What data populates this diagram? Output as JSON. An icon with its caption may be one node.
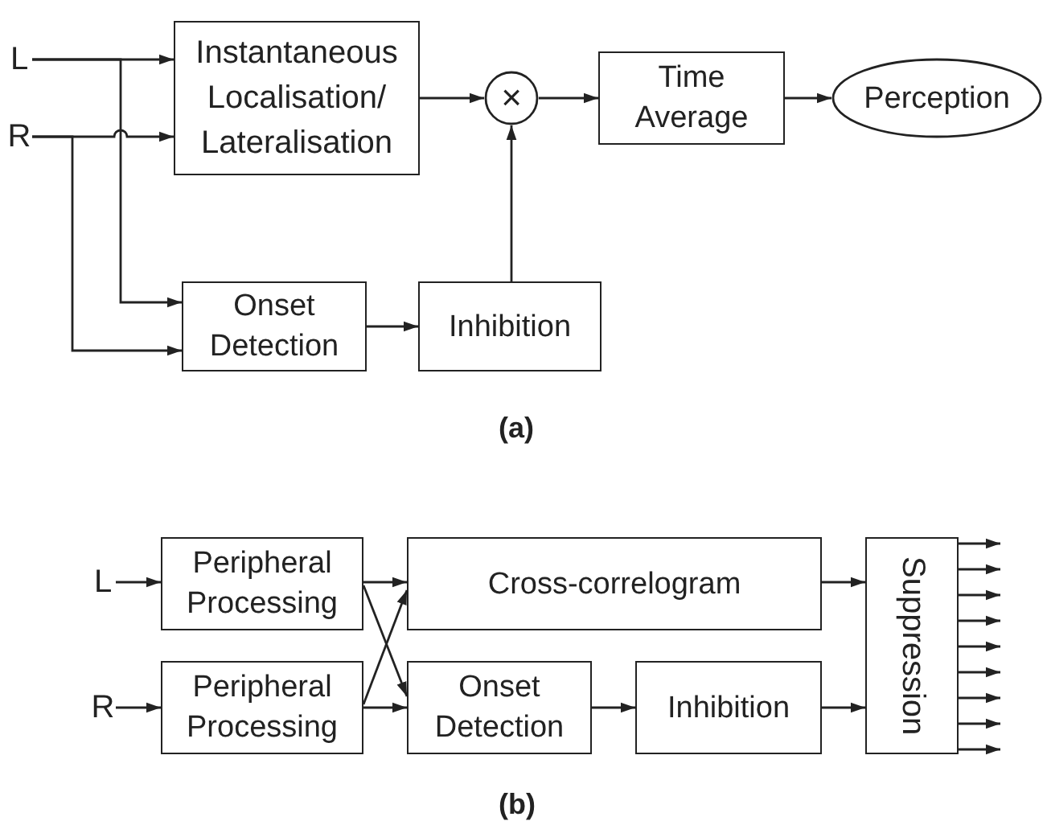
{
  "diagram": {
    "nodes": [
      {
        "text": [
          "L"
        ]
      },
      {
        "text": [
          "R"
        ]
      },
      {
        "text": [
          "Instantaneous Localisation/ Lateralisation"
        ]
      },
      {
        "text": [
          "×"
        ]
      },
      {
        "text": [
          "Time Average"
        ]
      },
      {
        "text": [
          "Perception"
        ]
      },
      {
        "text": [
          "Onset Detection"
        ]
      },
      {
        "text": [
          "Inhibition"
        ]
      },
      {
        "text": [
          "L"
        ]
      },
      {
        "text": [
          "R"
        ]
      },
      {
        "text": [
          "Peripheral Processing"
        ]
      },
      {
        "text": [
          "Peripheral Processing"
        ]
      },
      {
        "text": [
          "Cross-correlogram"
        ]
      },
      {
        "text": [
          "Onset Detection"
        ]
      },
      {
        "text": [
          "Inhibition"
        ]
      },
      {
        "text": [
          "Suppression"
        ]
      }
    ],
    "edges": [
      {
        "from": 0,
        "to": 2,
        "arrow": "to"
      },
      {
        "from": 1,
        "to": 2,
        "arrow": "to"
      },
      {
        "from": 0,
        "to": 6,
        "arrow": "to"
      },
      {
        "from": 1,
        "to": 6,
        "arrow": "to"
      },
      {
        "from": 2,
        "to": 3,
        "arrow": "to"
      },
      {
        "from": 3,
        "to": 4,
        "arrow": "to"
      },
      {
        "from": 4,
        "to": 5,
        "arrow": "to"
      },
      {
        "from": 6,
        "to": 7,
        "arrow": "to"
      },
      {
        "from": 7,
        "to": 3,
        "arrow": "to"
      },
      {
        "from": 8,
        "to": 10,
        "arrow": "to"
      },
      {
        "from": 9,
        "to": 11,
        "arrow": "to"
      },
      {
        "from": 10,
        "to": 12,
        "arrow": "to"
      },
      {
        "from": 10,
        "to": 13,
        "arrow": "to"
      },
      {
        "from": 11,
        "to": 12,
        "arrow": "to"
      },
      {
        "from": 11,
        "to": 13,
        "arrow": "to"
      },
      {
        "from": 13,
        "to": 14,
        "arrow": "to"
      },
      {
        "from": 12,
        "to": 15,
        "arrow": "to"
      },
      {
        "from": 14,
        "to": 15,
        "arrow": "to"
      },
      {
        "from": 15,
        "to": null,
        "arrow": "to"
      },
      {
        "from": 15,
        "to": null,
        "arrow": "to"
      },
      {
        "from": 15,
        "to": null,
        "arrow": "to"
      },
      {
        "from": 15,
        "to": null,
        "arrow": "to"
      },
      {
        "from": 15,
        "to": null,
        "arrow": "to"
      },
      {
        "from": 15,
        "to": null,
        "arrow": "to"
      },
      {
        "from": 15,
        "to": null,
        "arrow": "to"
      },
      {
        "from": 15,
        "to": null,
        "arrow": "to"
      },
      {
        "from": 15,
        "to": null,
        "arrow": "to"
      }
    ],
    "labels": [
      "(a)",
      "(b)"
    ]
  }
}
